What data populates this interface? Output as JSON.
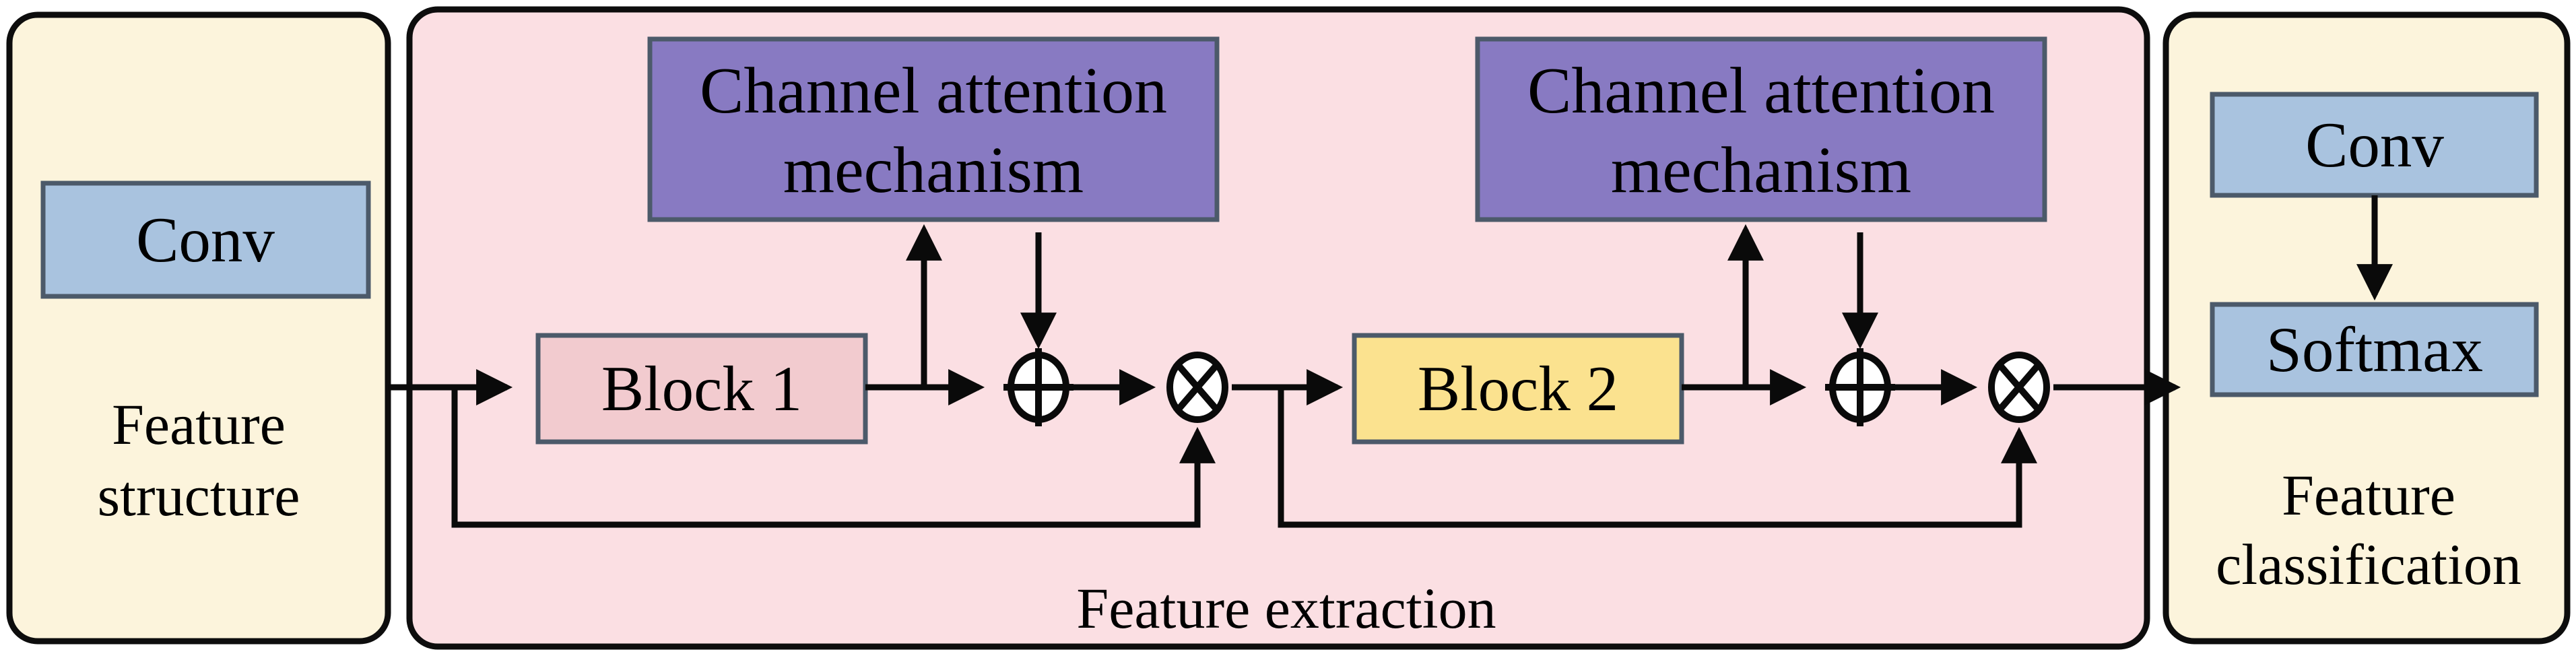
{
  "colors": {
    "page-bg": "#ffffff",
    "panel-cream": "#fcf4dc",
    "panel-pink": "#fbdfe3",
    "panel-border": "#0d0d0d",
    "box-border": "#4c5a6a",
    "box-blue": "#a9c3df",
    "box-purple": "#887ac2",
    "box-pink": "#f2cbcf",
    "box-yellow": "#fbe28f",
    "line": "#0a0a0a",
    "op-fill": "#ffffff",
    "text": "#000000"
  },
  "icons": {
    "op_add": "circled-plus",
    "op_multiply": "circled-times",
    "arrow": "filled-triangle-arrowhead"
  },
  "left_panel": {
    "conv_label": "Conv",
    "title_line1": "Feature",
    "title_line2": "structure"
  },
  "extraction_panel": {
    "title": "Feature extraction",
    "attention1_line1": "Channel attention",
    "attention1_line2": "mechanism",
    "attention2_line1": "Channel attention",
    "attention2_line2": "mechanism",
    "block1_label": "Block 1",
    "block2_label": "Block 2"
  },
  "right_panel": {
    "conv_label": "Conv",
    "softmax_label": "Softmax",
    "title_line1": "Feature",
    "title_line2": "classification"
  }
}
